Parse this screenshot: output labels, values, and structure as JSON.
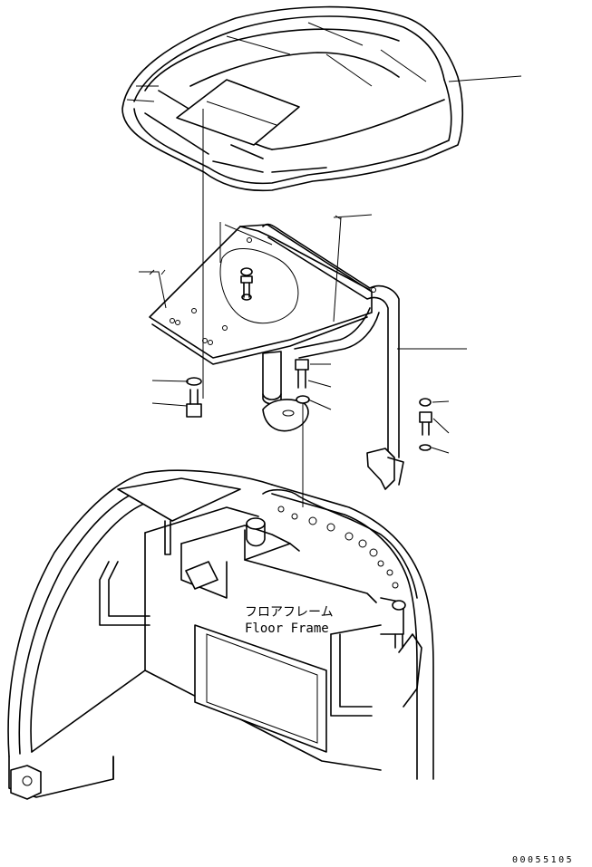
{
  "floor_frame_label_jp": "フロアフレーム",
  "floor_frame_label_en": "Floor Frame",
  "document_number": "00055105"
}
